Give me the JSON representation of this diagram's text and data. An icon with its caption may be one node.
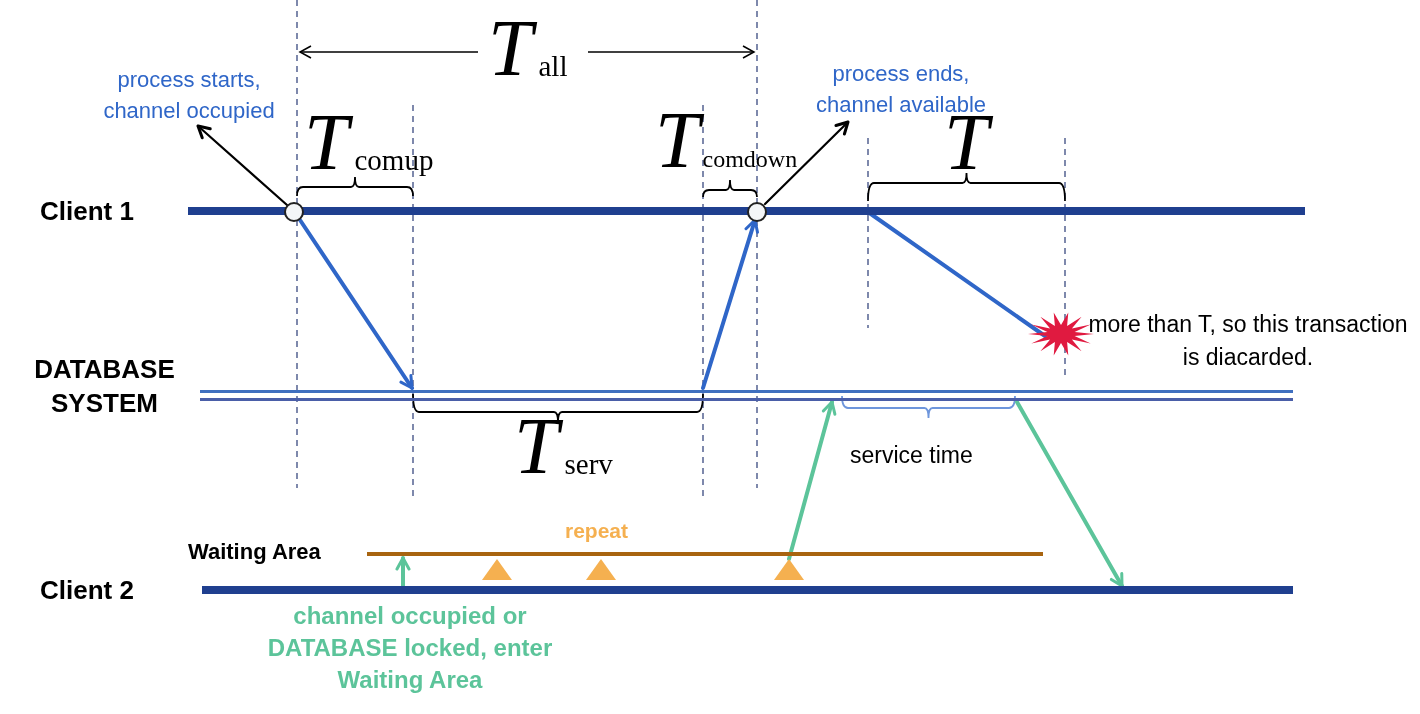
{
  "diagram": {
    "nodes": [
      {
        "text": [
          "Client 1"
        ]
      },
      {
        "text": [
          "DATABASE SYSTEM"
        ]
      },
      {
        "text": [
          "Waiting Area"
        ]
      },
      {
        "text": [
          "Client 2"
        ]
      },
      {
        "text": [],
        "shape": "circle"
      },
      {
        "text": [],
        "shape": "circle"
      },
      {
        "text": [
          "process starts, channel occupied"
        ]
      },
      {
        "text": [
          "process ends, channel available"
        ]
      },
      {
        "text": [],
        "shape": "star"
      },
      {
        "text": [],
        "shape": "triangle"
      },
      {
        "text": [],
        "shape": "triangle"
      },
      {
        "text": [],
        "shape": "triangle"
      }
    ],
    "edges": [
      {
        "from": 4,
        "to": 1,
        "arrow": "to",
        "color": "#2f66c8"
      },
      {
        "from": 1,
        "to": 5,
        "arrow": "to",
        "color": "#2f66c8"
      },
      {
        "from": 0,
        "to": 8,
        "arrow": "none",
        "color": "#2f66c8"
      },
      {
        "from": 4,
        "to": 6,
        "arrow": "to",
        "color": "#000000"
      },
      {
        "from": 5,
        "to": 7,
        "arrow": "to",
        "color": "#000000"
      },
      {
        "from": 3,
        "to": 2,
        "arrow": "to",
        "color": "#5cc49a"
      },
      {
        "from": 11,
        "to": 1,
        "arrow": "to",
        "color": "#5cc49a"
      },
      {
        "from": 1,
        "to": 3,
        "arrow": "to",
        "color": "#5cc49a"
      }
    ],
    "labels": [
      "*T*$_{all}$",
      "*T*$_{comup}$",
      "*T*$_{comdown}$",
      "*T*",
      "more than T, so this transaction is diacarded.",
      "*T*$_{serv}$",
      "service time",
      "repeat",
      "channel occupied or DATABASE locked, enter Waiting Area"
    ]
  }
}
